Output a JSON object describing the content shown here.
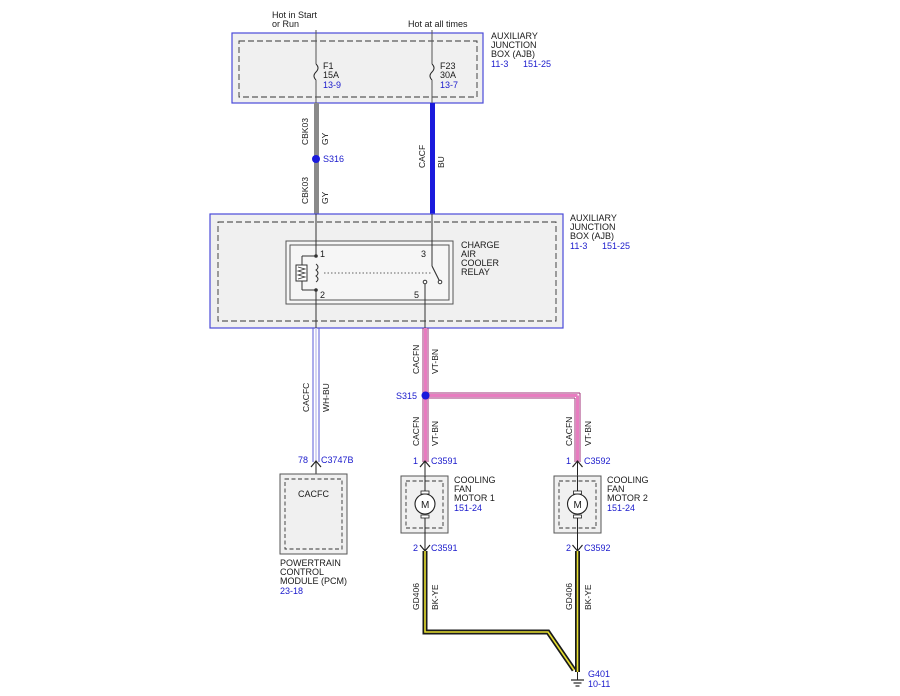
{
  "power_labels": {
    "start_run_line1": "Hot in Start",
    "start_run_line2": "or Run",
    "always": "Hot at all times"
  },
  "ajb_top": {
    "line1": "AUXILIARY",
    "line2": "JUNCTION",
    "line3": "BOX (AJB)",
    "ref1": "11-3",
    "ref2": "151-25"
  },
  "fuses": [
    {
      "name": "F1",
      "rating": "15A",
      "ref": "13-9"
    },
    {
      "name": "F23",
      "rating": "30A",
      "ref": "13-7"
    }
  ],
  "wires": {
    "cbk03_code": "CBK03",
    "cbk03_color": "GY",
    "cacf_code": "CACF",
    "cacf_color": "BU",
    "cacfc_code": "CACFC",
    "cacfc_color": "WH-BU",
    "cacfn_code": "CACFN",
    "cacfn_color": "VT-BN",
    "gd406_code": "GD406",
    "gd406_color": "BK-YE"
  },
  "splices": {
    "s316": "S316",
    "s315": "S315"
  },
  "ajb_bottom": {
    "line1": "AUXILIARY",
    "line2": "JUNCTION",
    "line3": "BOX (AJB)",
    "ref1": "11-3",
    "ref2": "151-25"
  },
  "relay": {
    "line1": "CHARGE",
    "line2": "AIR",
    "line3": "COOLER",
    "line4": "RELAY",
    "pin1": "1",
    "pin2": "2",
    "pin3": "3",
    "pin5": "5"
  },
  "pcm": {
    "pin": "78",
    "connector": "C3747B",
    "signal": "CACFC",
    "line1": "POWERTRAIN",
    "line2": "CONTROL",
    "line3": "MODULE (PCM)",
    "ref": "23-18"
  },
  "motor1": {
    "pin_top": "1",
    "conn_top": "C3591",
    "pin_bottom": "2",
    "conn_bottom": "C3591",
    "symbol": "M",
    "line1": "COOLING",
    "line2": "FAN",
    "line3": "MOTOR 1",
    "ref": "151-24"
  },
  "motor2": {
    "pin_top": "1",
    "conn_top": "C3592",
    "pin_bottom": "2",
    "conn_bottom": "C3592",
    "symbol": "M",
    "line1": "COOLING",
    "line2": "FAN",
    "line3": "MOTOR 2",
    "ref": "151-24"
  },
  "ground": {
    "name": "G401",
    "ref": "10-11"
  },
  "colors": {
    "gray_wire": "#8a8a8a",
    "blue_wire": "#1a1adc",
    "box_border": "#4a4ad8",
    "box_fill": "#f0f0f0",
    "ref_text": "#1a1acc",
    "pink_wire": "#e060b0",
    "black_yellow_wire": "#1a1a1a"
  }
}
